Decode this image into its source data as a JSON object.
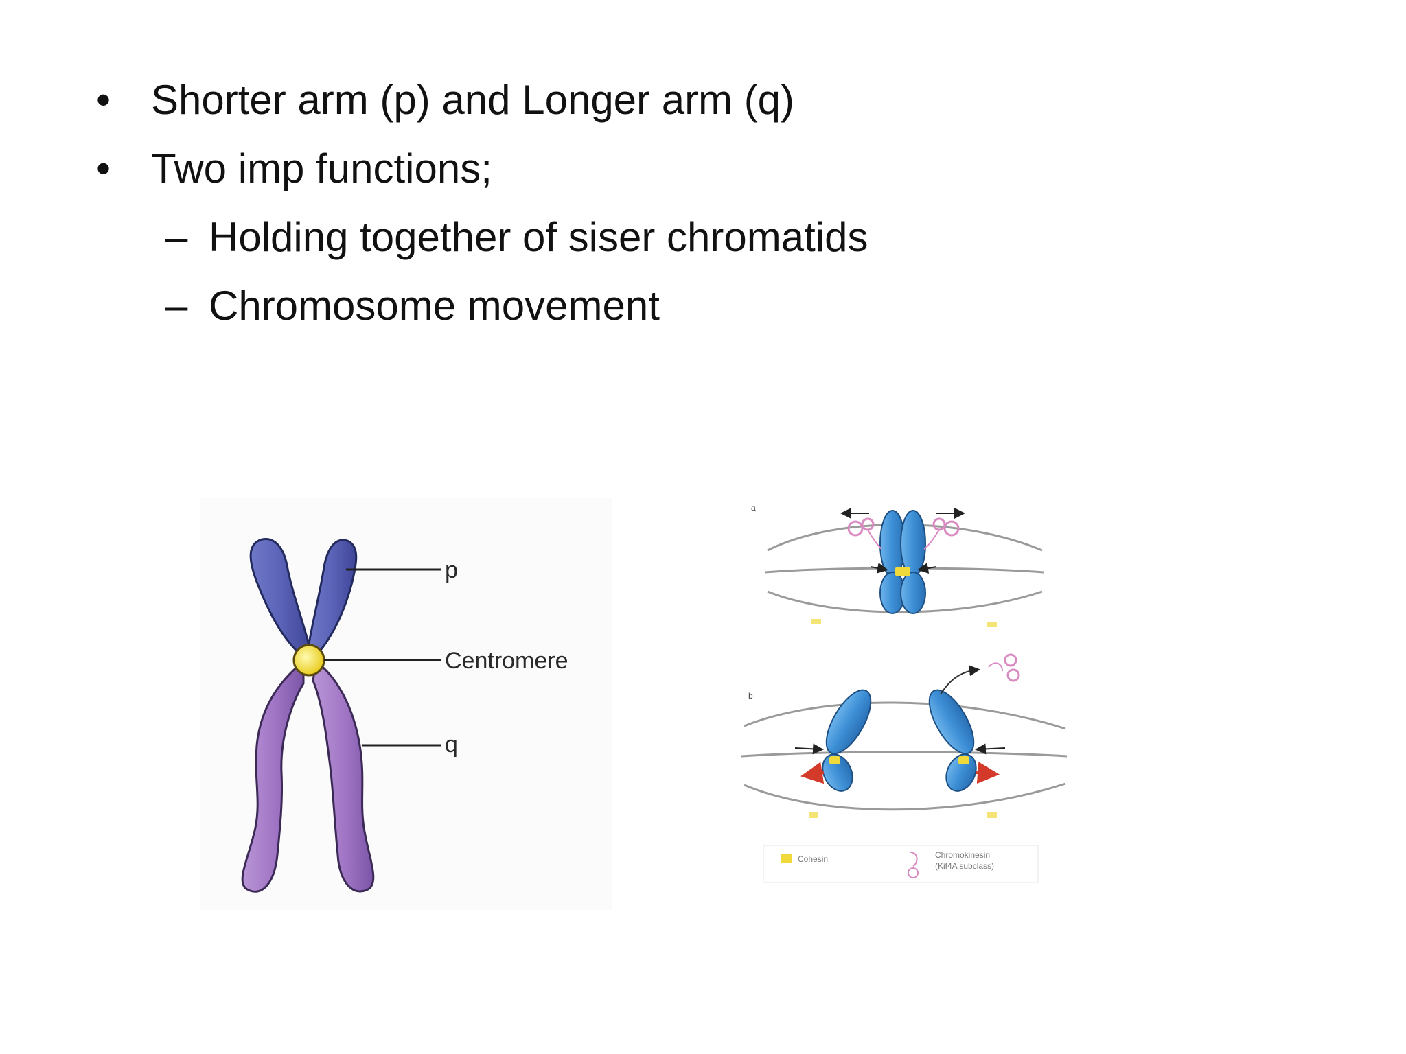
{
  "bullets": [
    {
      "level": 1,
      "marker": "•",
      "text": "Shorter arm (p) and Longer arm (q)"
    },
    {
      "level": 1,
      "marker": "•",
      "text": "Two imp functions;"
    },
    {
      "level": 2,
      "marker": "–",
      "text": "Holding together of siser chromatids"
    },
    {
      "level": 2,
      "marker": "–",
      "text": "Chromosome movement"
    }
  ],
  "chromosome_figure": {
    "labels": {
      "p": "p",
      "centromere": "Centromere",
      "q": "q"
    },
    "colors": {
      "p_arm": "#5b63b8",
      "q_arm": "#a277c6",
      "centromere": "#f3df3a"
    }
  },
  "movement_figure": {
    "panel_a": "a",
    "panel_b": "b",
    "legend": {
      "cohesin": "Cohesin",
      "chromokinesin": "Chromokinesin",
      "chromokinesin_sub": "(Kif4A subclass)"
    },
    "colors": {
      "chromosome": "#3d8fd6",
      "cohesin": "#f0d93a",
      "motor": "#d98ac0",
      "pull_arrow": "#d33a2a",
      "spindle": "#9a9a9a"
    }
  }
}
